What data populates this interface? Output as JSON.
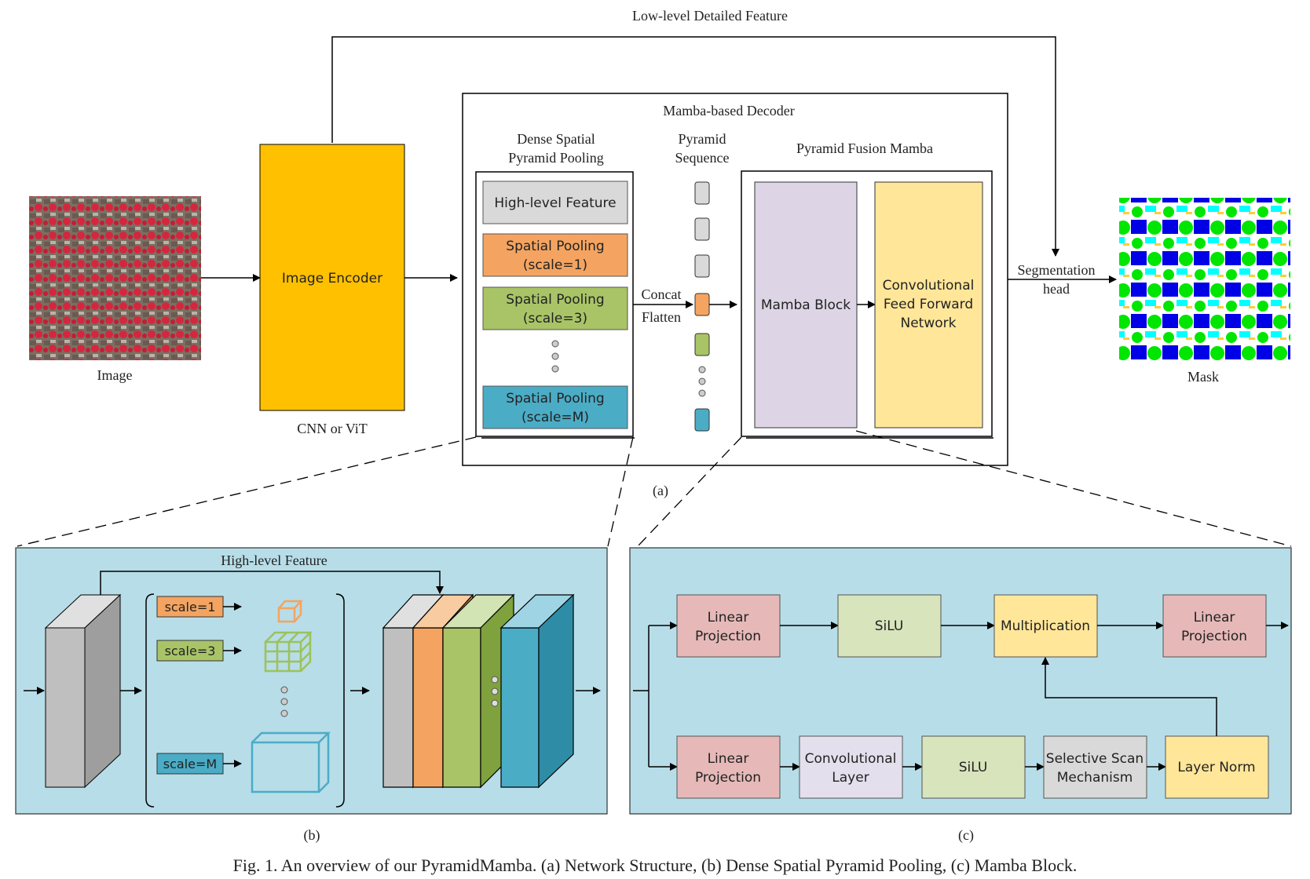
{
  "part_a": {
    "top_label": "Low-level Detailed Feature",
    "image_label": "Image",
    "encoder_label": "Image Encoder",
    "encoder_caption": "CNN or ViT",
    "decoder_title": "Mamba-based Decoder",
    "dspp_title_1": "Dense Spatial",
    "dspp_title_2": "Pyramid Pooling",
    "high_level": "High-level Feature",
    "pool1_line1": "Spatial Pooling",
    "pool1_line2": "(scale=1)",
    "pool3_line1": "Spatial Pooling",
    "pool3_line2": "(scale=3)",
    "poolM_line1": "Spatial Pooling",
    "poolM_line2": "(scale=M)",
    "seq_title_1": "Pyramid",
    "seq_title_2": "Sequence",
    "concat": "Concat",
    "flatten": "Flatten",
    "pfm_title": "Pyramid Fusion Mamba",
    "mamba_block": "Mamba Block",
    "cffn_1": "Convolutional",
    "cffn_2": "Feed Forward",
    "cffn_3": "Network",
    "seg_1": "Segmentation",
    "seg_2": "head",
    "mask_label": "Mask",
    "sub_label": "(a)"
  },
  "part_b": {
    "high_level": "High-level Feature",
    "scale1": "scale=1",
    "scale3": "scale=3",
    "scaleM": "scale=M",
    "sub_label": "(b)"
  },
  "part_c": {
    "lin_proj_1a": "Linear",
    "lin_proj_1b": "Projection",
    "silu_top": "SiLU",
    "multiplication": "Multiplication",
    "lin_proj_2a": "Linear",
    "lin_proj_2b": "Projection",
    "lin_proj_3a": "Linear",
    "lin_proj_3b": "Projection",
    "conv_a": "Convolutional",
    "conv_b": "Layer",
    "silu_bottom": "SiLU",
    "ssm_a": "Selective Scan",
    "ssm_b": "Mechanism",
    "layer_norm": "Layer Norm",
    "sub_label": "(c)"
  },
  "caption": "Fig. 1. An overview of our PyramidMamba. (a) Network Structure, (b) Dense Spatial Pyramid Pooling, (c) Mamba Block.",
  "colors": {
    "encoder": "#FFC000",
    "gray_box": "#D9D9D9",
    "orange": "#F4A460",
    "green": "#A9C467",
    "blue": "#4BACC6",
    "mamba": "#DDD5E5",
    "cffn": "#FFE699",
    "panel_bg": "#B7DDE8",
    "lin_proj": "#E6B9B8",
    "silu": "#D8E4BC",
    "conv_layer": "#E4DFEC"
  },
  "icons": [
    "aerial-image",
    "mask-image",
    "arrow-right"
  ]
}
